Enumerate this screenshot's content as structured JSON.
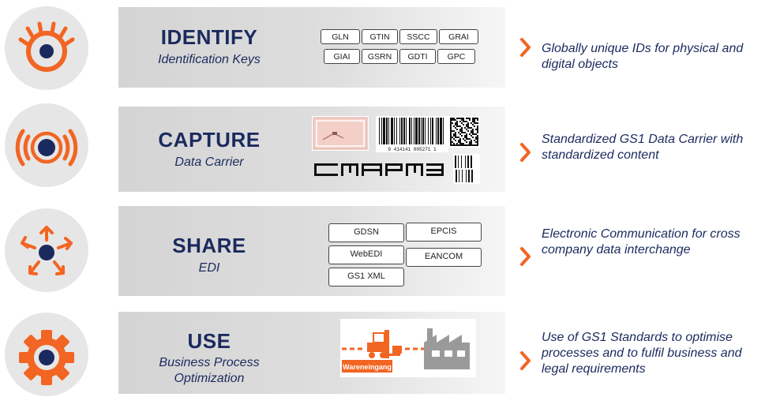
{
  "colors": {
    "accent": "#f26522",
    "navy": "#1b2a5e",
    "band": "#d9d9d9"
  },
  "rows": [
    {
      "icon": "eye-icon",
      "title": "IDENTIFY",
      "subtitle": "Identification Keys",
      "keys_top": [
        "GLN",
        "GTIN",
        "SSCC",
        "GRAI"
      ],
      "keys_bottom": [
        "GIAI",
        "GSRN",
        "GDTI",
        "GPC"
      ],
      "description": "Globally unique IDs for physical and digital objects"
    },
    {
      "icon": "rfid-signal-icon",
      "title": "CAPTURE",
      "subtitle": "Data Carrier",
      "barcode_number": "9 414141 005271 1",
      "description": "Standardized GS1 Data Carrier with standardized content"
    },
    {
      "icon": "share-arrows-icon",
      "title": "SHARE",
      "subtitle": "EDI",
      "standards": [
        "GDSN",
        "EPCIS",
        "WebEDI",
        "EANCOM",
        "GS1 XML"
      ],
      "description": "Electronic Communication for cross company data interchange"
    },
    {
      "icon": "gear-icon",
      "title": "USE",
      "subtitle": "Business Process Optimization",
      "image_label": "Wareneingang",
      "description": "Use of GS1 Standards to optimise processes and to fulfil business and legal requirements"
    }
  ]
}
